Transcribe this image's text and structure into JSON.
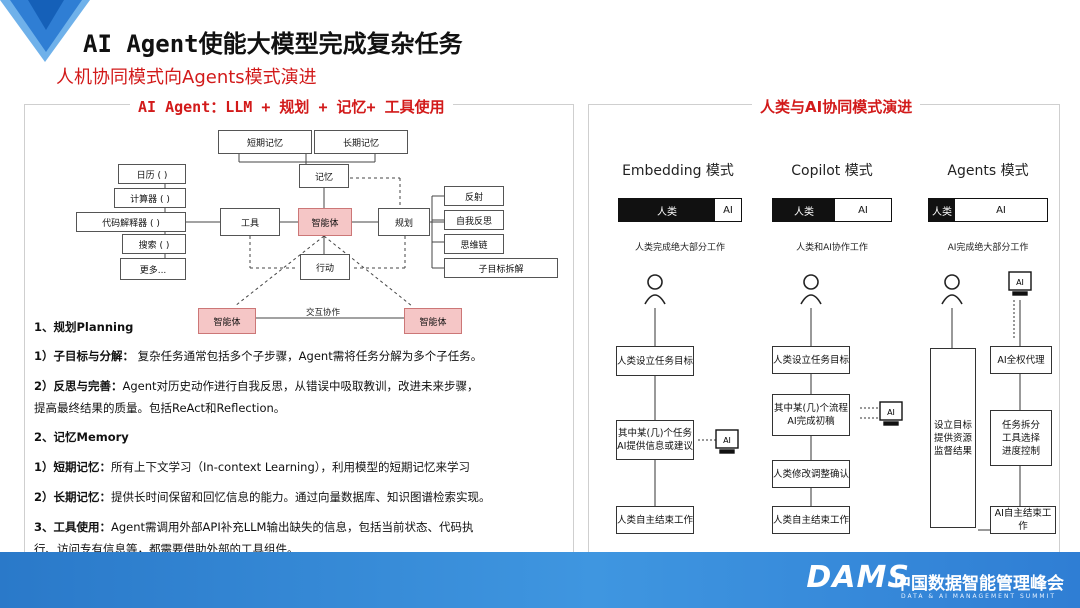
{
  "header": {
    "title": "AI Agent使能大模型完成复杂任务",
    "subtitle": "人机协同模式向Agents模式演进"
  },
  "left_panel": {
    "heading": "AI Agent：LLM + 规划 + 记忆+ 工具使用",
    "diagram": {
      "short_memory": "短期记忆",
      "long_memory": "长期记忆",
      "memory": "记忆",
      "agent": "智能体",
      "tools": "工具",
      "planning": "规划",
      "action": "行动",
      "interaction": "交互协作",
      "agent_left": "智能体",
      "agent_right": "智能体",
      "tool_items": [
        "日历 ( )",
        "计算器 ( )",
        "代码解释器 ( )",
        "搜索 ( )",
        "更多..."
      ],
      "plan_items": [
        "反射",
        "自我反思",
        "思维链",
        "子目标拆解"
      ]
    },
    "lines": [
      {
        "bold": "1、规划Planning",
        "rest": ""
      },
      {
        "bold": "1）子目标与分解：",
        "rest": " 复杂任务通常包括多个子步骤，Agent需将任务分解为多个子任务。"
      },
      {
        "bold": "2）反思与完善：",
        "rest": "Agent对历史动作进行自我反思，从错误中吸取教训，改进未来步骤，"
      },
      {
        "bold": "",
        "rest": "提高最终结果的质量。包括ReAct和Reflection。"
      },
      {
        "bold": "2、记忆Memory",
        "rest": ""
      },
      {
        "bold": "1）短期记忆：",
        "rest": "所有上下文学习（In-context Learning），利用模型的短期记忆来学习"
      },
      {
        "bold": "2）长期记忆：",
        "rest": "提供长时间保留和回忆信息的能力。通过向量数据库、知识图谱检索实现。"
      },
      {
        "bold": "3、工具使用：",
        "rest": "Agent需调用外部API补充LLM输出缺失的信息，包括当前状态、代码执"
      },
      {
        "bold": "",
        "rest": "行、访问专有信息等，都需要借助外部的工具组件。"
      }
    ]
  },
  "right_panel": {
    "heading": "人类与AI协同模式演进",
    "modes": [
      {
        "name": "Embedding 模式",
        "bar_dark": "人类",
        "bar_light": "AI",
        "caption": "人类完成绝大部分工作",
        "box1": "人类设立任务目标",
        "box2": "其中某(几)个任务\nAI提供信息或建议",
        "box3": "人类自主结束工作"
      },
      {
        "name": "Copilot 模式",
        "bar_dark": "人类",
        "bar_light": "AI",
        "caption": "人类和AI协作工作",
        "box1": "人类设立任务目标",
        "box2": "其中某(几)个流程\nAI完成初稿",
        "box3": "人类修改调整确认",
        "box4": "人类自主结束工作"
      },
      {
        "name": "Agents 模式",
        "bar_dark": "人类",
        "bar_light": "AI",
        "caption": "AI完成绝大部分工作",
        "side": "设立目标\n提供资源\n监督结果",
        "box1": "AI全权代理",
        "box2": "任务拆分\n工具选择\n进度控制",
        "box3": "AI自主结束工作"
      }
    ],
    "ai_label": "AI"
  },
  "footer": {
    "brand": "DAMS",
    "summit_name": "中国数据智能管理峰会",
    "summit_en": "DATA & AI MANAGEMENT SUMMIT"
  },
  "colors": {
    "accent_red": "#d21a1a",
    "footer_blue": "#3f96e0",
    "agent_pink": "#f5c6c6"
  }
}
